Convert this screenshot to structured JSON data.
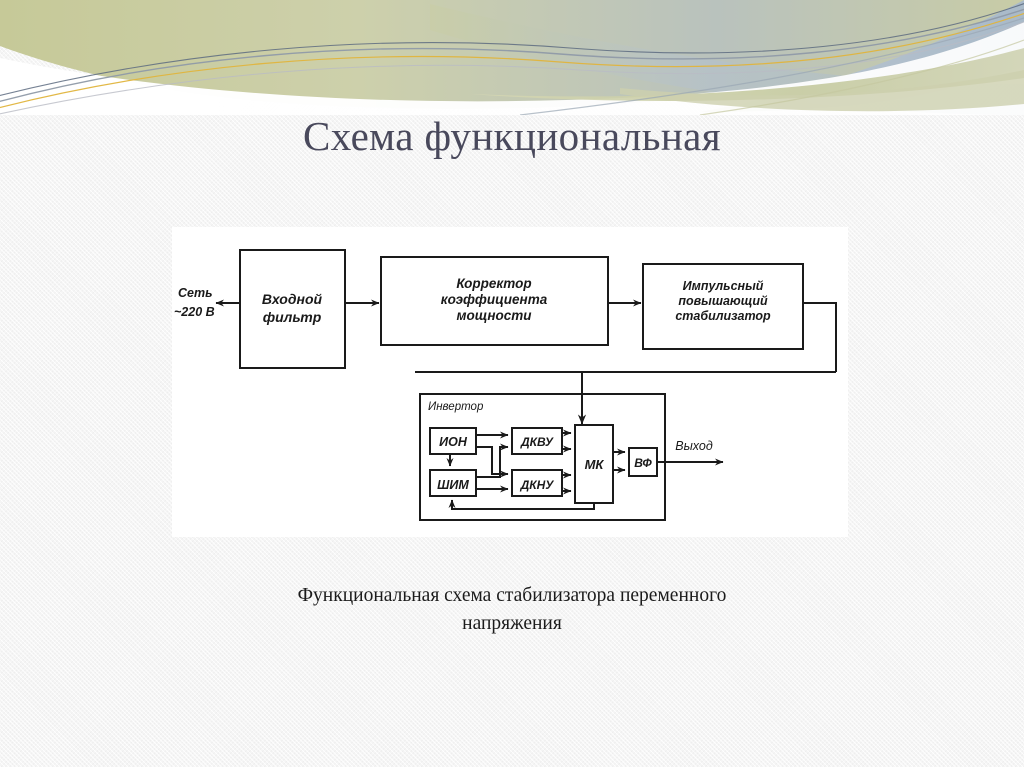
{
  "slide": {
    "title": "Схема функциональная",
    "caption_line1": "Функциональная схема стабилизатора переменного",
    "caption_line2": "напряжения",
    "background_color": "#f5f5f5",
    "panel_color": "#ffffff",
    "title_color": "#49495c",
    "line_color": "#1a1a1a"
  },
  "banner": {
    "name": "decorative-swoosh-banner",
    "colors": {
      "olive": "#c9cca0",
      "olive_dark": "#b9bd8e",
      "blue_gray": "#b6c2cc",
      "blue_gray_dark": "#9fb0bd",
      "gold": "#e8b83a",
      "slate": "#6c7a8a",
      "white": "#ffffff"
    }
  },
  "diagram": {
    "name": "functional-block-diagram",
    "blocks": [
      {
        "id": "input_filter",
        "label_lines": [
          "Входной",
          "фильтр"
        ]
      },
      {
        "id": "pfc",
        "label_lines": [
          "Корректор",
          "коэффициента",
          "мощности"
        ]
      },
      {
        "id": "boost",
        "label_lines": [
          "Импульсный",
          "повышающий",
          "стабилизатор"
        ]
      },
      {
        "id": "inverter",
        "label_lines": [
          "Инвертор"
        ]
      },
      {
        "id": "ion",
        "label_lines": [
          "ИОН"
        ]
      },
      {
        "id": "shim",
        "label_lines": [
          "ШИМ"
        ]
      },
      {
        "id": "dkvu",
        "label_lines": [
          "ДКВУ"
        ]
      },
      {
        "id": "dknu",
        "label_lines": [
          "ДКНУ"
        ]
      },
      {
        "id": "mk",
        "label_lines": [
          "МК"
        ]
      },
      {
        "id": "vf",
        "label_lines": [
          "ВФ"
        ]
      }
    ],
    "labels": {
      "mains_line1": "Сеть",
      "mains_line2": "~220 В",
      "output": "Выход"
    }
  }
}
